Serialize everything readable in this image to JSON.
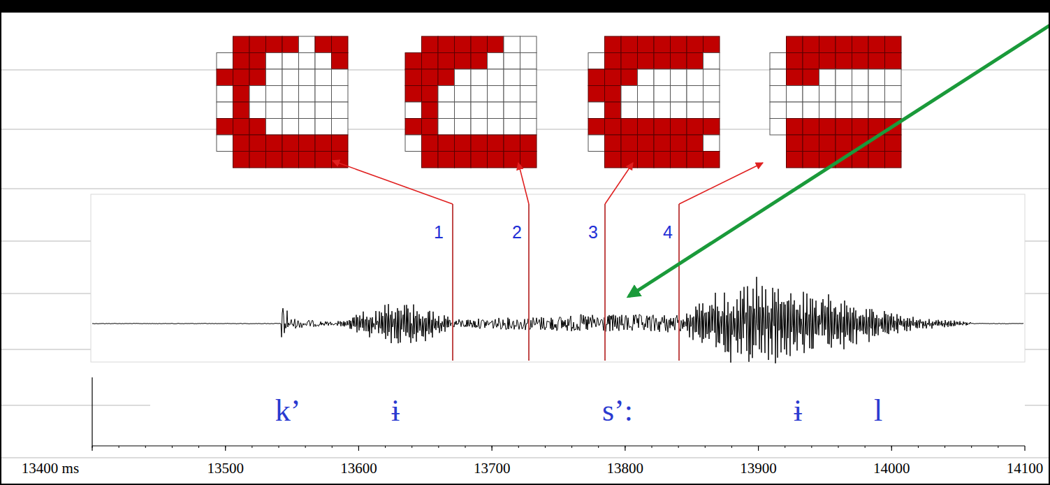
{
  "diagram": {
    "labels": [
      "1",
      "2",
      "3",
      "4",
      "k’",
      "ɨ",
      "s’:",
      "ɨ",
      "l",
      "13400 ms",
      "13500",
      "13600",
      "13700",
      "13800",
      "13900",
      "14000",
      "14100"
    ]
  }
}
